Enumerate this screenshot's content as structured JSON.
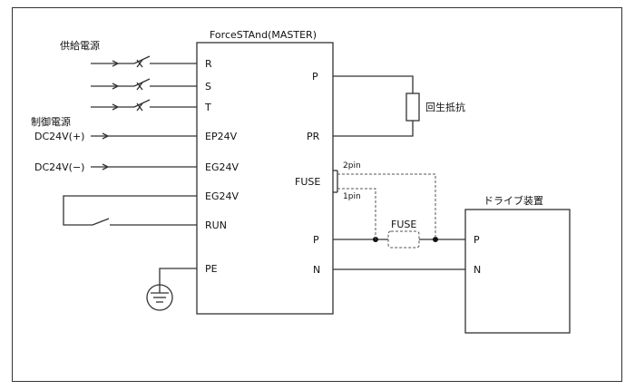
{
  "master": {
    "title": "ForceSTAnd(MASTER)",
    "left_terminals": [
      "R",
      "S",
      "T",
      "EP24V",
      "EG24V",
      "EG24V",
      "RUN",
      "PE"
    ],
    "right_terminals": [
      "P",
      "PR",
      "FUSE",
      "P",
      "N"
    ]
  },
  "inputs": {
    "supply_label": "供給電源",
    "control_label": "制御電源",
    "dc_plus": "DC24V(+)",
    "dc_minus": "DC24V(−)"
  },
  "resistor": {
    "label": "回生抵抗"
  },
  "fuse": {
    "label": "FUSE",
    "pin2": "2pin",
    "pin1": "1pin"
  },
  "drive": {
    "title": "ドライブ装置",
    "terminals": [
      "P",
      "N"
    ]
  },
  "icons": {
    "ground": "ground-icon",
    "arrow": "arrow-icon",
    "switch": "switch-icon"
  }
}
